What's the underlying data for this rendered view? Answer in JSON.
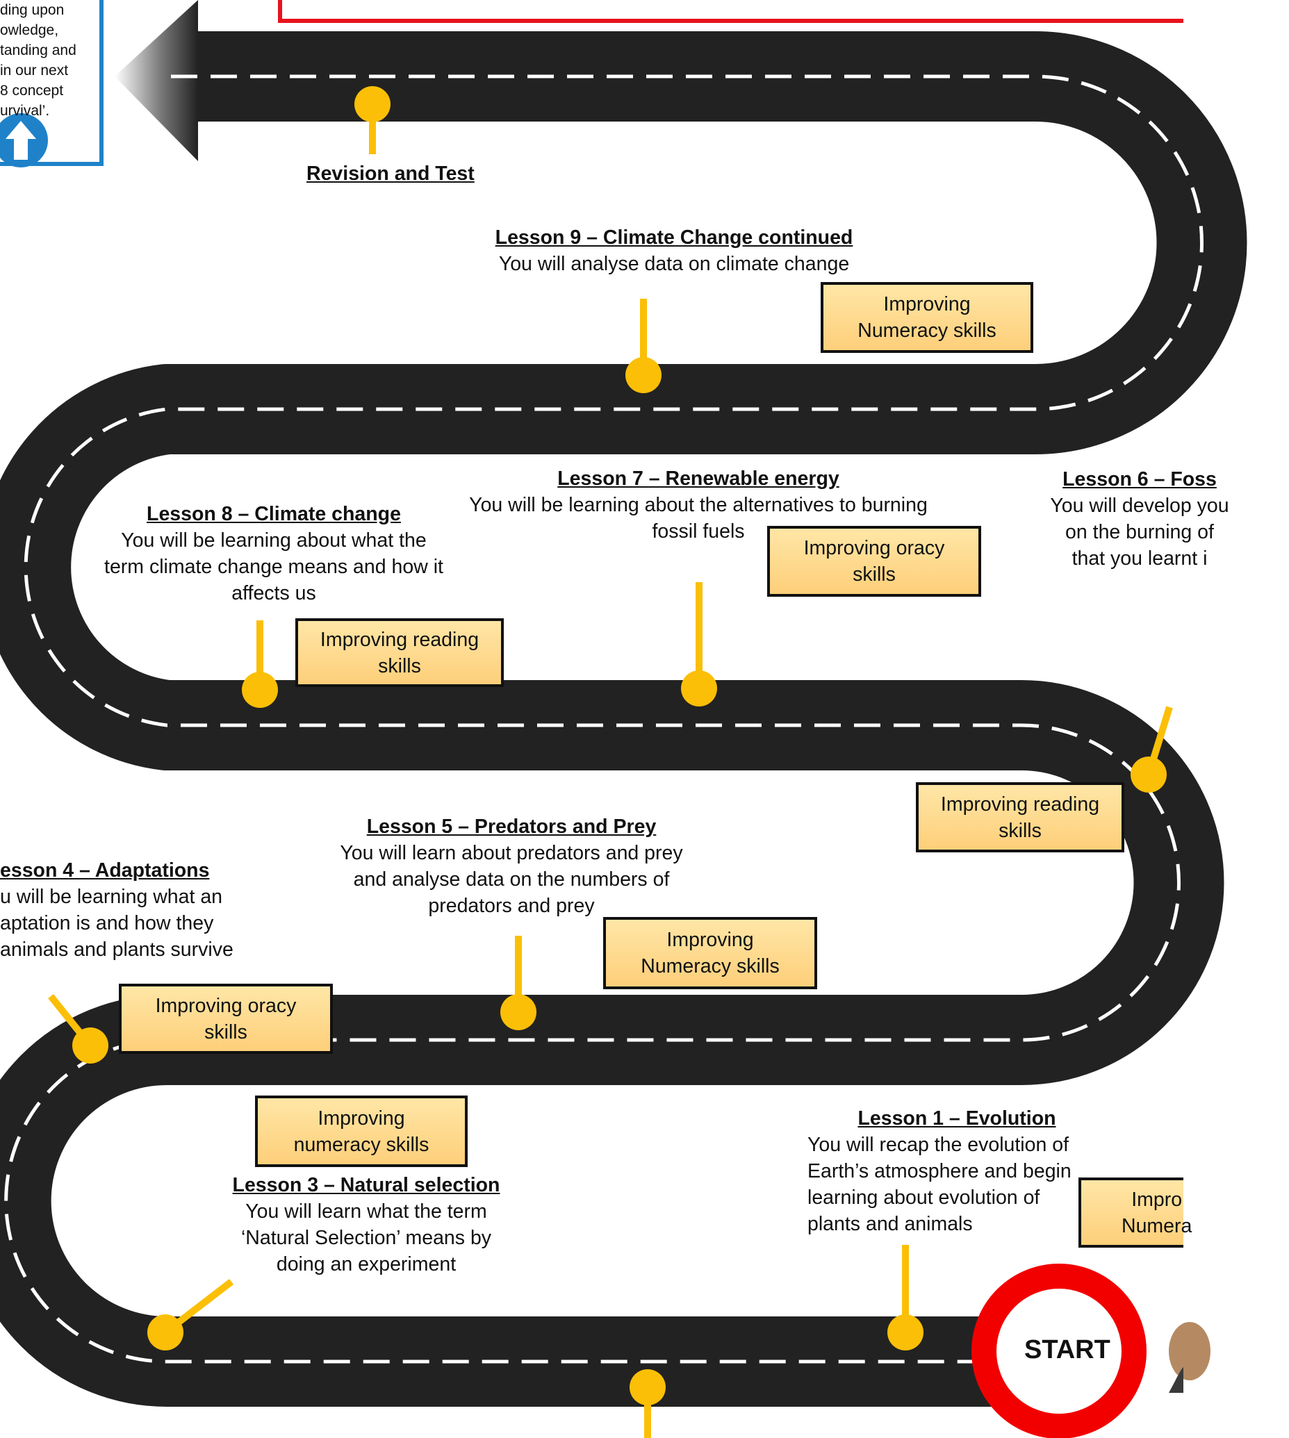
{
  "colors": {
    "road": "#222222",
    "road_marking": "#ffffff",
    "marker": "#fbbf07",
    "skill_fill": "#fdd88e",
    "skill_border": "#111111",
    "start_ring": "#f20000",
    "top_box_border": "#e8121c",
    "info_box_border": "#1f82c9",
    "arrow_icon": "#1f82c9"
  },
  "info_box": {
    "text": "ding upon\nowledge,\ntanding and\nin our next\n8 concept\nurvival’.",
    "icon": "arrow-up-icon"
  },
  "start_label": "START",
  "revision": "Revision and Test",
  "lessons": {
    "l9": {
      "title": "Lesson 9 – Climate Change continued",
      "desc": "You will analyse data on climate change"
    },
    "l8": {
      "title": "Lesson  8 – Climate change",
      "desc": "You will be learning about what the\nterm climate change means and how it\naffects us"
    },
    "l7": {
      "title": "Lesson 7  – Renewable energy",
      "desc": "You will be learning about the alternatives to burning\nfossil fuels"
    },
    "l6": {
      "title": "Lesson 6 – Foss",
      "desc": "You will develop you\non the burning of\nthat you learnt i"
    },
    "l5": {
      "title": "Lesson 5  – Predators and Prey",
      "desc": "You will learn about predators and prey\nand analyse data on the numbers of\npredators and prey"
    },
    "l4": {
      "title": "esson 4 – Adaptations",
      "desc": "u will be learning what an\naptation is and how they\nanimals and plants survive"
    },
    "l3": {
      "title": "Lesson 3 – Natural selection",
      "desc": "You will learn what the term\n‘Natural Selection’ means by\ndoing an experiment"
    },
    "l1": {
      "title": "Lesson 1 – Evolution",
      "desc": "You will recap the evolution of\nEarth’s atmosphere and begin\nlearning about evolution of\nplants and animals"
    }
  },
  "skills": {
    "s9": "Improving\nNumeracy skills",
    "s8": "Improving reading\nskills",
    "s7": "Improving oracy\nskills",
    "s6": "Improving reading\nskills",
    "s5": "Improving\nNumeracy skills",
    "s4": "Improving oracy\nskills",
    "s3": "Improving\nnumeracy skills",
    "s1": "Impro\nNumera"
  }
}
